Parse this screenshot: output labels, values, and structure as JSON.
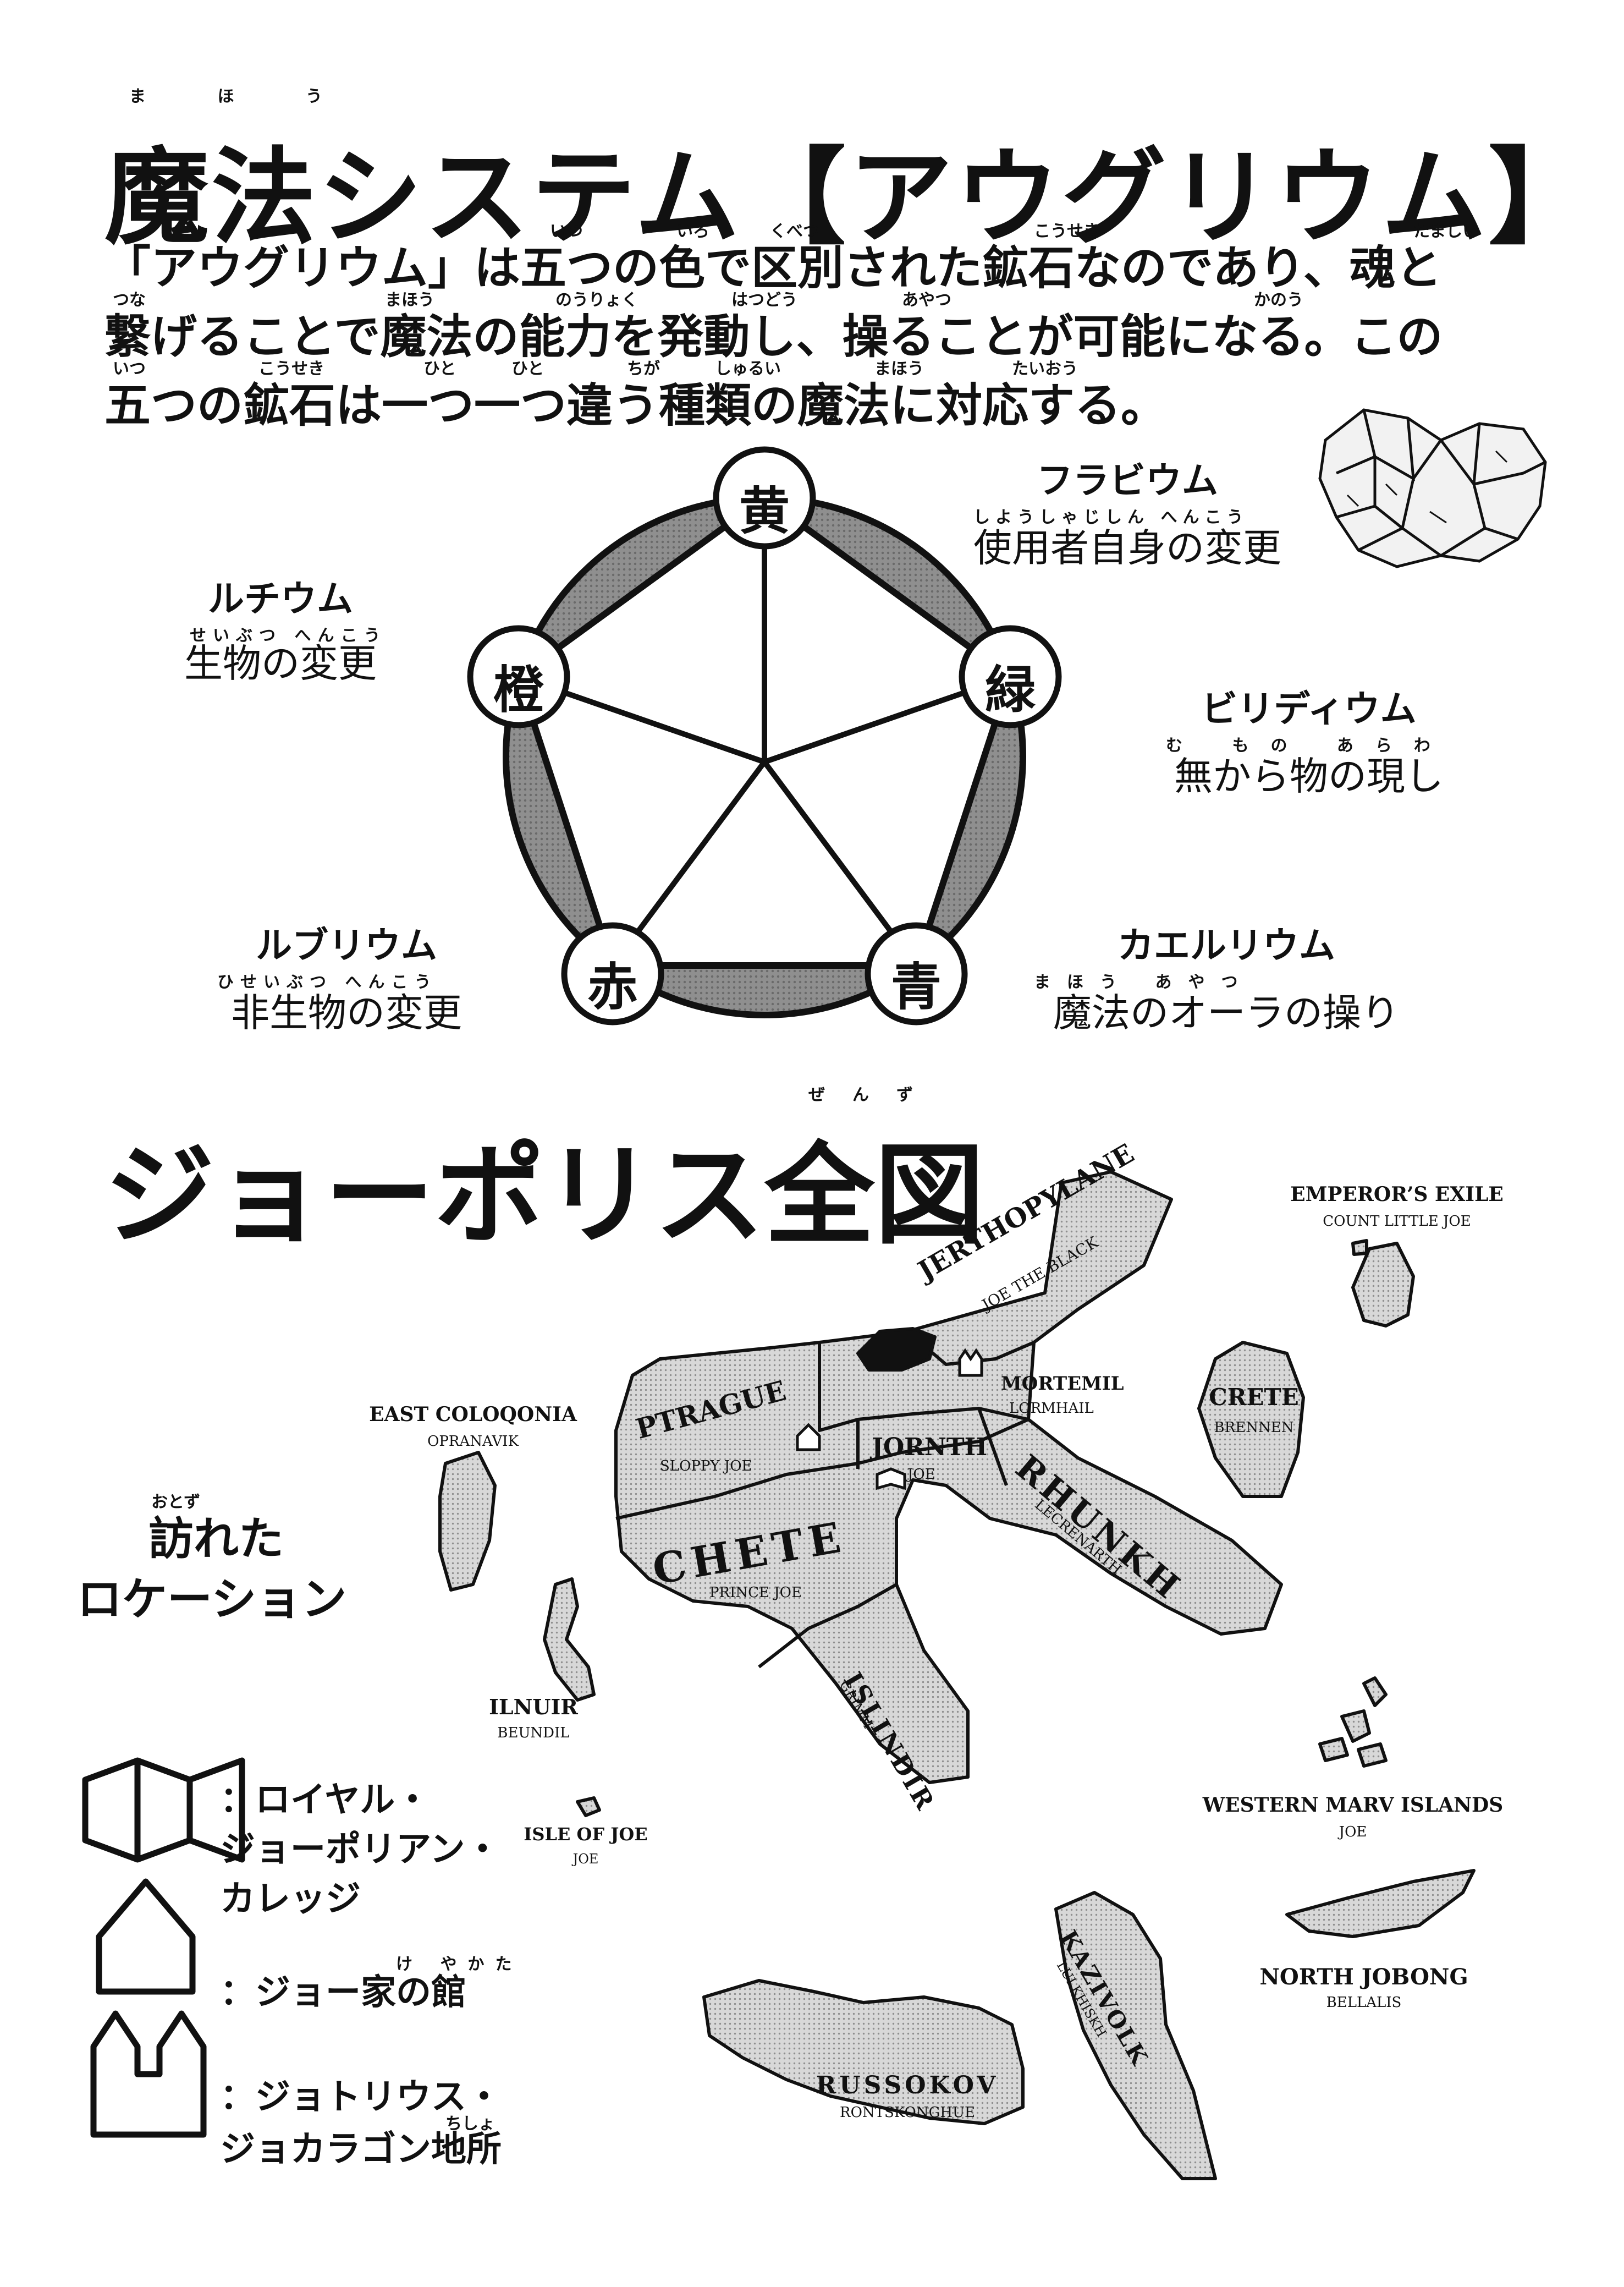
{
  "magic": {
    "title": "魔法システム【アウグリウム】",
    "title_ruby": "ま ほ う",
    "intro_lines": [
      "「アウグリウム」は五つの色で区別された鉱石なのであり、魂と",
      "繋げることで魔法の能力を発動し、操ることが可能になる。この",
      "五つの鉱石は一つ一つ違う種類の魔法に対応する。"
    ],
    "intro_ruby": [
      [
        "いつ",
        "いろ",
        "くべつ",
        "こうせき",
        "たましい"
      ],
      [
        "つな",
        "まほう",
        "のうりょく",
        "はつどう",
        "あやつ",
        "かのう"
      ],
      [
        "いつ",
        "こうせき",
        "ひと",
        "ひと",
        "ちが",
        "しゅるい",
        "まほう",
        "たいおう"
      ]
    ],
    "nodes": {
      "yellow": "黄",
      "green": "緑",
      "blue": "青",
      "red": "赤",
      "orange": "橙"
    },
    "elements": {
      "flavium": {
        "name": "フラビウム",
        "ruby": "しようしゃじしん へんこう",
        "desc": "使用者自身の変更"
      },
      "viridium": {
        "name": "ビリディウム",
        "ruby": "む もの あらわ",
        "desc": "無から物の現し"
      },
      "caerulium": {
        "name": "カエルリウム",
        "ruby": "まほう あやつ",
        "desc": "魔法のオーラの操り"
      },
      "rubrium": {
        "name": "ルブリウム",
        "ruby": "ひせいぶつ へんこう",
        "desc": "非生物の変更"
      },
      "lutium": {
        "name": "ルチウム",
        "ruby": "せいぶつ へんこう",
        "desc": "生物の変更"
      }
    }
  },
  "map": {
    "title": "ジョーポリス全図",
    "title_ruby": "ぜんず",
    "visited_ruby": "おとず",
    "visited_line1": "訪れた",
    "visited_line2": "ロケーション",
    "regions": {
      "jerthopylane": {
        "name": "JERTHOPYLANE",
        "sub": "JOE THE BLACK"
      },
      "ptrague": {
        "name": "PTRAGUE",
        "sub": "SLOPPY JOE"
      },
      "jornth": {
        "name": "JORNTH",
        "sub": "JOE"
      },
      "mortemil": {
        "name": "MORTEMIL",
        "sub": "LORMHAIL"
      },
      "rhunkh": {
        "name": "RHUNKH",
        "sub": "LECRENARTH"
      },
      "chete": {
        "name": "CHETE",
        "sub": "PRINCE JOE"
      },
      "islindir": {
        "name": "ISLINDIR",
        "sub": "GRIMM"
      },
      "crete": {
        "name": "CRETE",
        "sub": "BRENNEN"
      },
      "emperors_exile": {
        "name": "EMPEROR’S EXILE",
        "sub": "COUNT LITTLE JOE"
      },
      "east_coloqonia": {
        "name": "EAST COLOQONIA",
        "sub": "OPRANAVIK"
      },
      "ilnuir": {
        "name": "ILNUIR",
        "sub": "BEUNDIL"
      },
      "isle_of_joe": {
        "name": "ISLE OF JOE",
        "sub": "JOE"
      },
      "western_marv": {
        "name": "WESTERN MARV ISLANDS",
        "sub": "JOE"
      },
      "north_jobong": {
        "name": "NORTH JOBONG",
        "sub": "BELLALIS"
      },
      "kazivolk": {
        "name": "KAZIVOLK",
        "sub": "LULKHISKH"
      },
      "russokov": {
        "name": "RUSSOKOV",
        "sub": "RONTSKONGHUE"
      }
    },
    "legend": {
      "book_line1": "：ロイヤル・",
      "book_line2": "ジョーポリアン・",
      "book_line3": "カレッジ",
      "house_label": "：ジョー家の館",
      "house_ruby": "け  やかた",
      "castle_line1": "：ジョトリウス・",
      "castle_line2": "ジョカラゴン地所",
      "castle_ruby": "ちしょ"
    }
  }
}
